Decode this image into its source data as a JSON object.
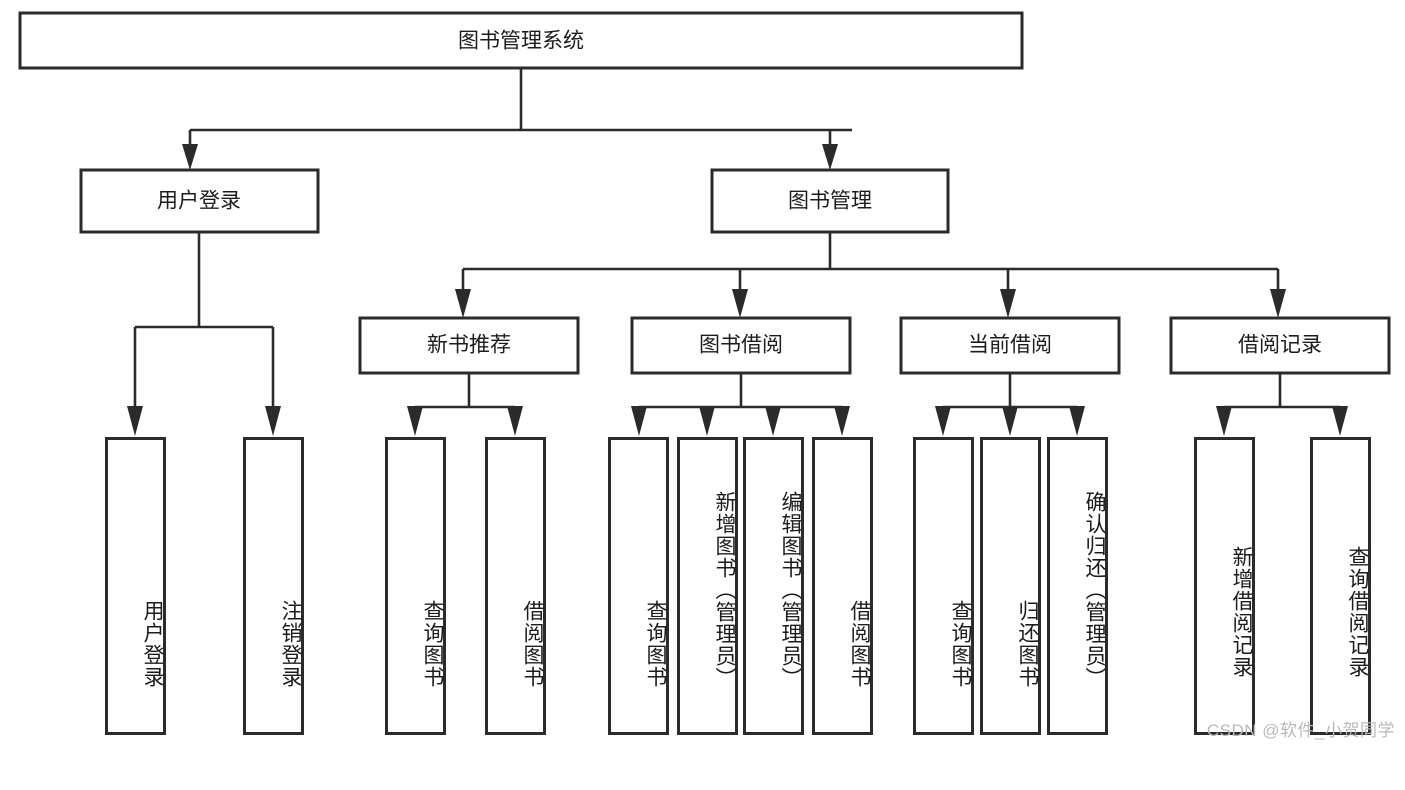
{
  "diagram": {
    "title": "图书管理系统",
    "watermark": "CSDN @软件_小贺同学",
    "accent_color": "#2b2b2b",
    "background_color": "#ffffff",
    "type": "tree-hierarchy",
    "root": {
      "label": "图书管理系统"
    },
    "level1": [
      {
        "label": "用户登录"
      },
      {
        "label": "图书管理"
      }
    ],
    "level2": [
      {
        "label": "新书推荐"
      },
      {
        "label": "图书借阅"
      },
      {
        "label": "当前借阅"
      },
      {
        "label": "借阅记录"
      }
    ],
    "leaves": {
      "user_login": [
        {
          "label": "用户登录"
        },
        {
          "label": "注销登录"
        }
      ],
      "new_book_recommend": [
        {
          "label": "查询图书"
        },
        {
          "label": "借阅图书"
        }
      ],
      "book_borrow": [
        {
          "label": "查询图书"
        },
        {
          "label": "新增图书（管理员）"
        },
        {
          "label": "编辑图书（管理员）"
        },
        {
          "label": "借阅图书"
        }
      ],
      "current_borrow": [
        {
          "label": "查询图书"
        },
        {
          "label": "归还图书"
        },
        {
          "label": "确认归还（管理员）"
        }
      ],
      "borrow_record": [
        {
          "label": "新增借阅记录"
        },
        {
          "label": "查询借阅记录"
        }
      ]
    }
  }
}
